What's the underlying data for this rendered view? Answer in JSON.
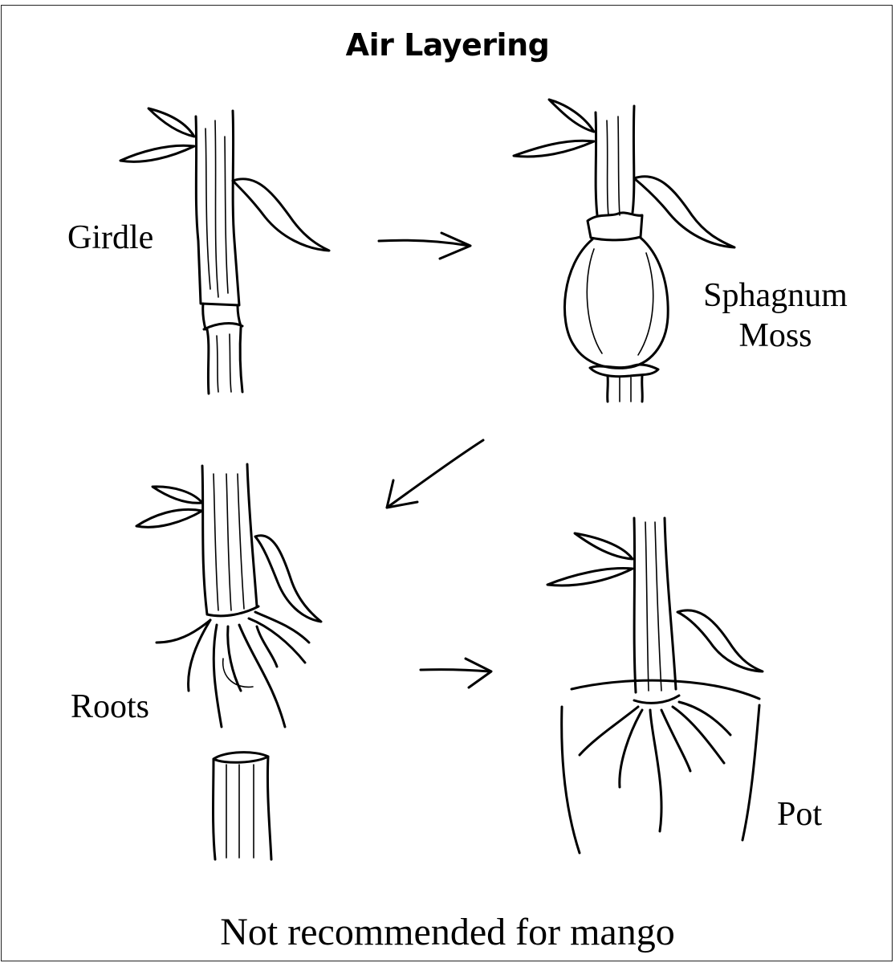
{
  "title": "Air Layering",
  "steps": [
    {
      "label": "Girdle"
    },
    {
      "label_line1": "Sphagnum",
      "label_line2": "Moss"
    },
    {
      "label": "Roots"
    },
    {
      "label": "Pot"
    }
  ],
  "footnote": "Not recommended for mango"
}
